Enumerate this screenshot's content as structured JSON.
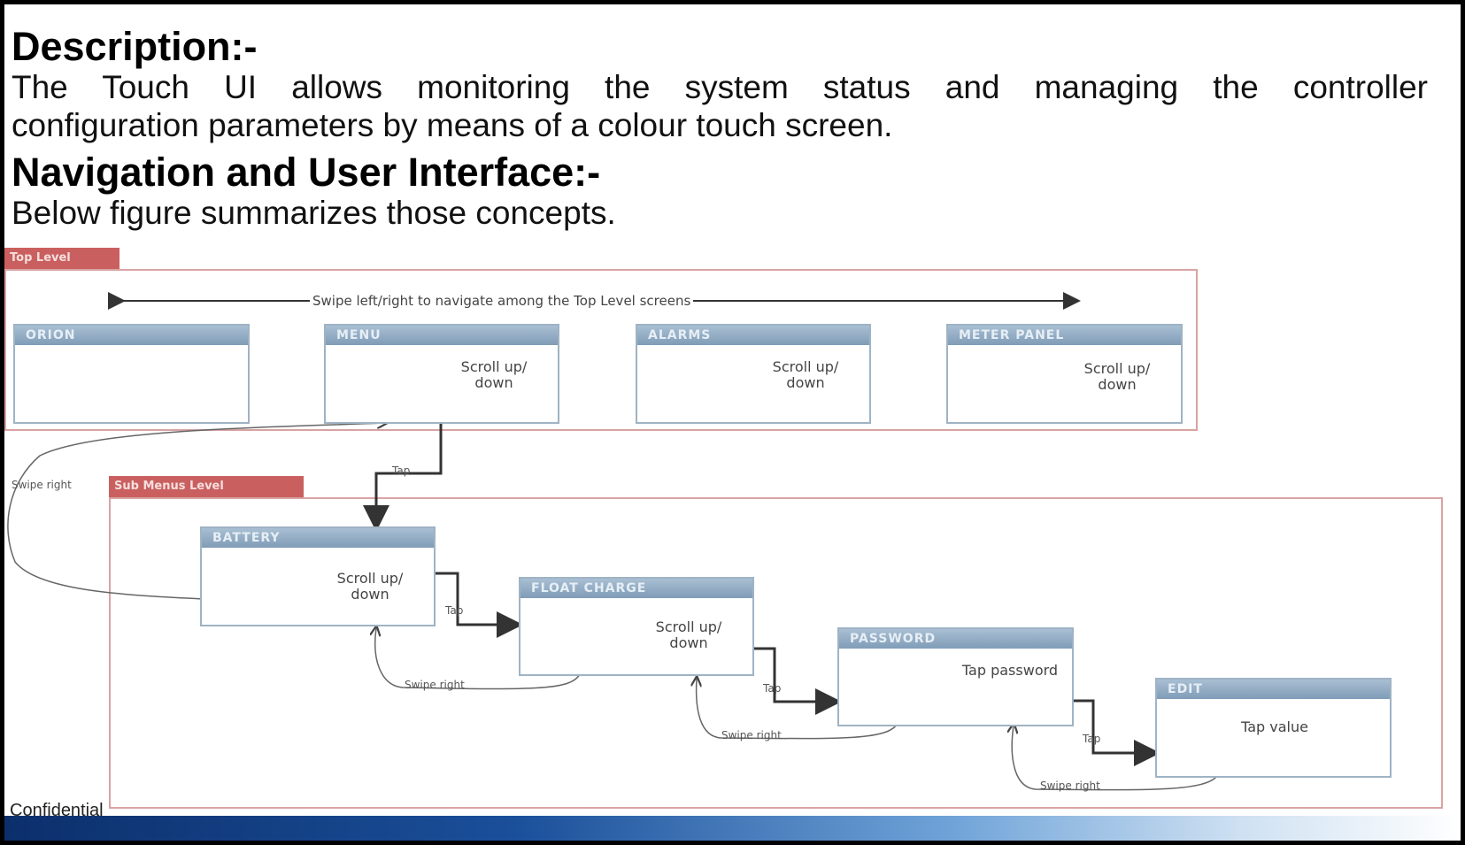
{
  "description": {
    "heading": "Description:-",
    "line1": "The Touch UI allows monitoring the system status and managing the controller",
    "line2": "configuration parameters by means of a colour touch screen."
  },
  "navigation": {
    "heading": "Navigation and User Interface:-",
    "line1": "Below figure summarizes those concepts."
  },
  "diagram": {
    "top_level_label": "Top Level",
    "sub_menus_label": "Sub Menus Level",
    "swipe_caption": "Swipe left/right to navigate among the Top Level screens",
    "screens": {
      "orion": {
        "title": "ORION",
        "text": ""
      },
      "menu": {
        "title": "MENU",
        "text": "Scroll up/ down"
      },
      "alarms": {
        "title": "ALARMS",
        "text": "Scroll up/ down"
      },
      "meter_panel": {
        "title": "METER PANEL",
        "text": "Scroll up/ down"
      },
      "battery": {
        "title": "BATTERY",
        "text": "Scroll up/ down"
      },
      "float_charge": {
        "title": "FLOAT CHARGE",
        "text": "Scroll up/ down"
      },
      "password": {
        "title": "PASSWORD",
        "text": "Tap password"
      },
      "edit": {
        "title": "EDIT",
        "text": "Tap value"
      }
    },
    "edge_labels": {
      "tap": "Tap",
      "swipe_right": "Swipe right"
    }
  },
  "footer": {
    "confidential": "Confidential"
  },
  "colors": {
    "level_tab": "#c9605f",
    "level_frame": "#d9a3a3",
    "screen_header": "#8aa6c0",
    "footer_dark": "#0c2f6b"
  }
}
